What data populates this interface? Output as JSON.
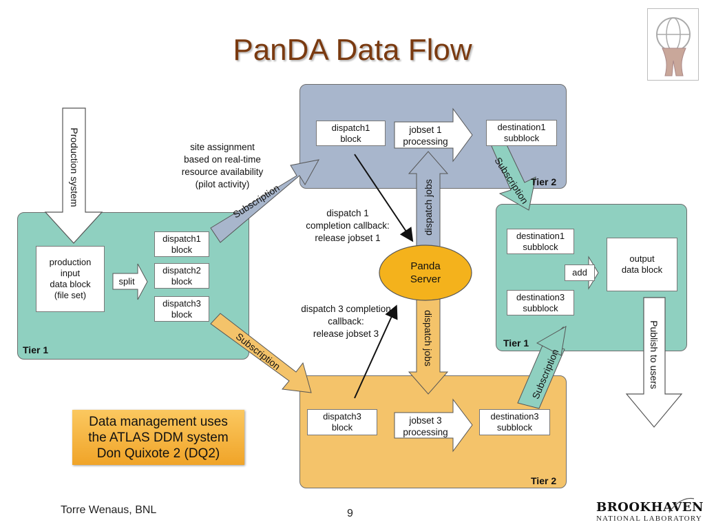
{
  "title": "PanDA Data Flow",
  "colors": {
    "tier1": "#8fd0c0",
    "tier2_top": "#a8b6cc",
    "tier2_bottom": "#f4c36a",
    "title": "#7a3a10"
  },
  "tier1_left": {
    "label": "Tier 1",
    "production_input": "production\ninput\ndata block\n(file set)",
    "split": "split",
    "dispatch1": "dispatch1\nblock",
    "dispatch2": "dispatch2\nblock",
    "dispatch3": "dispatch3\nblock"
  },
  "tier2_top": {
    "label": "Tier 2",
    "dispatch1": "dispatch1\nblock",
    "jobset": "jobset 1\nprocessing",
    "destination1": "destination1\nsubblock"
  },
  "tier2_bottom": {
    "label": "Tier 2",
    "dispatch3": "dispatch3\nblock",
    "jobset": "jobset 3\nprocessing",
    "destination3": "destination3\nsubblock"
  },
  "tier1_right": {
    "label": "Tier 1",
    "destination1": "destination1\nsubblock",
    "destination3": "destination3\nsubblock",
    "add": "add",
    "output": "output\ndata block"
  },
  "production_system": "Production system",
  "publish_to_users": "Publish to users",
  "site_assignment": "site assignment\nbased on real-time\nresource availability\n(pilot activity)",
  "subscription": "Subscription",
  "dispatch_jobs": "dispatch jobs",
  "panda_server": "Panda\nServer",
  "callback1": "dispatch 1\ncompletion callback:\nrelease jobset 1",
  "callback3": "dispatch 3 completion\ncallback:\nrelease jobset 3",
  "data_management": "Data management uses\nthe ATLAS DDM system\nDon Quixote 2 (DQ2)",
  "footer": {
    "author": "Torre Wenaus, BNL",
    "page": "9"
  },
  "logos": {
    "brookhaven": "BROOKHAVEN",
    "national_laboratory": "NATIONAL LABORATORY"
  }
}
